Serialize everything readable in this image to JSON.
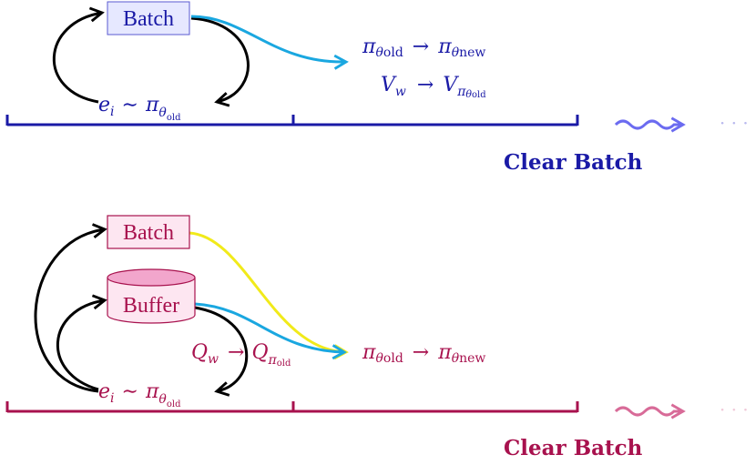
{
  "colors": {
    "blue": "#1a1aa6",
    "blue_light": "#e6e8ff",
    "crimson": "#a8124e",
    "pink_fill": "#fde6f1",
    "pink_top": "#f2a6cc",
    "cyan": "#1aa7e0",
    "yellow": "#f1ea1a",
    "black": "#000000",
    "blue_wave": "#6b6bf0",
    "pink_wave": "#d86b98",
    "dots_blue": "#b8b8ee",
    "dots_pink": "#f0c8d8"
  },
  "top": {
    "batch_label": "Batch",
    "sample_lhs": "e",
    "sample_sub": "i",
    "sample_op": "∼",
    "sample_pi": "π",
    "sample_theta": "θ",
    "sample_old": "old",
    "policy_from": "π",
    "policy_from_theta": "θ",
    "policy_from_sub": "old",
    "arrow": "→",
    "policy_to": "π",
    "policy_to_theta": "θ",
    "policy_to_sub": "new",
    "value_from": "V",
    "value_from_sub": "w",
    "value_to": "V",
    "value_to_sub": "π",
    "value_to_theta": "θ",
    "value_to_old": "old",
    "clear_label": "Clear Batch",
    "ellipsis": "· · ·"
  },
  "bottom": {
    "batch_label": "Batch",
    "buffer_label": "Buffer",
    "sample_lhs": "e",
    "sample_sub": "i",
    "sample_op": "∼",
    "sample_pi": "π",
    "sample_theta": "θ",
    "sample_old": "old",
    "q_from": "Q",
    "q_from_sub": "w",
    "q_to": "Q",
    "q_to_sub": "π",
    "q_to_old": "old",
    "policy_from": "π",
    "policy_from_theta": "θ",
    "policy_from_sub": "old",
    "arrow": "→",
    "policy_to": "π",
    "policy_to_theta": "θ",
    "policy_to_sub": "new",
    "clear_label": "Clear Batch",
    "ellipsis": "· · ·"
  }
}
